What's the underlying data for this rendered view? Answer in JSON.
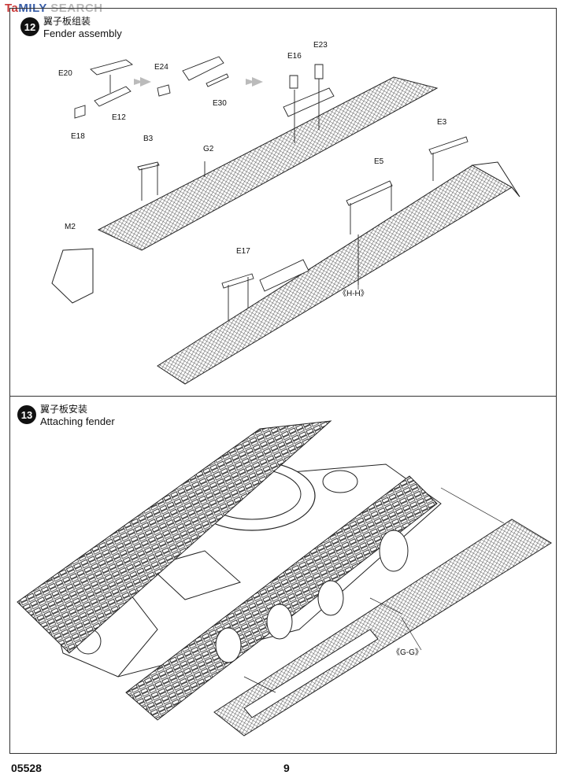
{
  "watermark": {
    "part1": "Ta",
    "part2": "MILY",
    "part3": "SEARCH"
  },
  "step12": {
    "number": "12",
    "title_cn": "翼子板组装",
    "title_en": "Fender assembly",
    "labels": {
      "e20": "E20",
      "e24": "E24",
      "e12": "E12",
      "e30": "E30",
      "e18": "E18",
      "e16": "E16",
      "e23": "E23",
      "b3": "B3",
      "g2": "G2",
      "e3": "E3",
      "e5": "E5",
      "m2": "M2",
      "e17": "E17",
      "hh": "《H-H》"
    }
  },
  "step13": {
    "number": "13",
    "title_cn": "翼子板安装",
    "title_en": "Attaching fender",
    "labels": {
      "gg": "《G-G》"
    }
  },
  "footer": {
    "code": "05528",
    "page": "9"
  }
}
